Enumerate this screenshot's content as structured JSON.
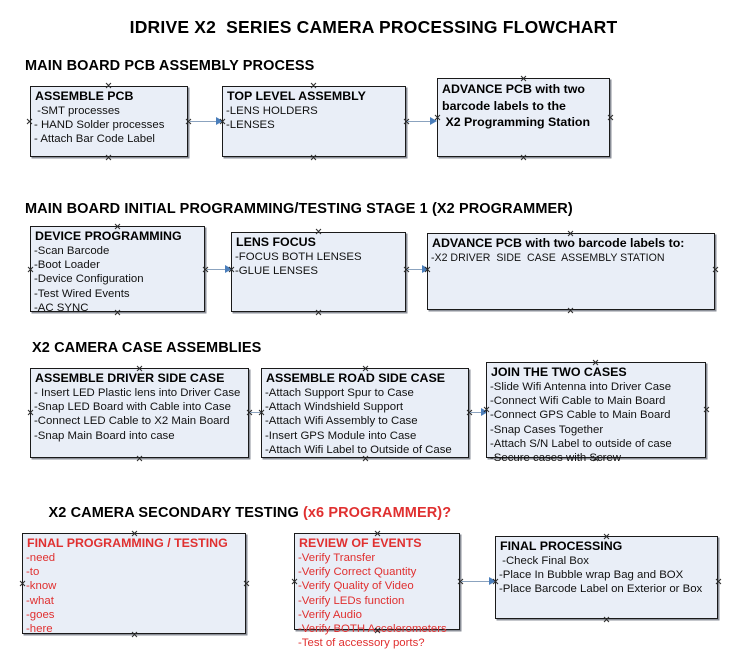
{
  "title": "IDRIVE X2  SERIES CAMERA PROCESSING FLOWCHART",
  "colors": {
    "box_fill": "#e9eef7",
    "box_border": "#1a1a1a",
    "arrow": "#8ba3bf",
    "arrow_head": "#4a7ebb",
    "accent_red": "#e03030",
    "text": "#000000"
  },
  "sections": [
    {
      "heading": "MAIN BOARD PCB ASSEMBLY PROCESS",
      "heading_accent": "",
      "boxes": [
        {
          "title": "ASSEMBLE PCB",
          "lines": [
            " -SMT processes",
            "- HAND Solder processes",
            "- Attach Bar Code Label"
          ]
        },
        {
          "title": "TOP LEVEL ASSEMBLY",
          "lines": [
            "-LENS HOLDERS",
            "-LENSES"
          ]
        },
        {
          "title": "ADVANCE PCB with two\nbarcode labels to the\n X2 Programming Station",
          "lines": []
        }
      ]
    },
    {
      "heading": "MAIN BOARD INITIAL PROGRAMMING/TESTING STAGE 1 (X2 PROGRAMMER)",
      "heading_accent": "",
      "boxes": [
        {
          "title": "DEVICE PROGRAMMING",
          "lines": [
            "-Scan Barcode",
            "-Boot Loader",
            "-Device Configuration",
            "-Test Wired Events",
            "-AC SYNC"
          ]
        },
        {
          "title": "LENS FOCUS",
          "lines": [
            "-FOCUS BOTH LENSES",
            "-GLUE LENSES"
          ]
        },
        {
          "title": "ADVANCE PCB with two barcode labels to:",
          "lines": [
            "-X2 DRIVER  SIDE  CASE  ASSEMBLY STATION"
          ]
        }
      ]
    },
    {
      "heading": "X2 CAMERA CASE ASSEMBLIES",
      "heading_accent": "",
      "boxes": [
        {
          "title": "ASSEMBLE DRIVER SIDE CASE",
          "lines": [
            "- Insert LED Plastic lens into Driver Case",
            "-Snap LED Board with Cable into Case",
            "-Connect LED Cable to X2 Main Board",
            "-Snap Main Board into case"
          ]
        },
        {
          "title": "ASSEMBLE ROAD SIDE CASE",
          "lines": [
            "-Attach Support Spur to Case",
            "-Attach Windshield Support",
            "-Attach Wifi Assembly to Case",
            "-Insert GPS Module into Case",
            "-Attach Wifi Label to Outside of Case"
          ]
        },
        {
          "title": "JOIN THE TWO CASES",
          "lines": [
            "-Slide Wifi Antenna into Driver Case",
            "-Connect Wifi Cable to Main Board",
            "-Connect GPS Cable to Main Board",
            "-Snap Cases Together",
            "-Attach S/N Label to outside of case",
            "-Secure cases with Screw"
          ]
        }
      ]
    },
    {
      "heading": "X2 CAMERA SECONDARY TESTING ",
      "heading_accent": "(x6 PROGRAMMER)?",
      "boxes": [
        {
          "title": "FINAL PROGRAMMING / TESTING",
          "lines": [
            "-need",
            "-to",
            "-know",
            "-what",
            "-goes",
            "-here"
          ]
        },
        {
          "title": "REVIEW OF EVENTS",
          "lines": [
            "-Verify Transfer",
            "-Verify Correct Quantity",
            "-Verify Quality of Video",
            "-Verify LEDs function",
            "-Verify Audio",
            "-Verify BOTH Accelerometers",
            "-Test of accessory ports?"
          ]
        },
        {
          "title": "FINAL PROCESSING",
          "lines": [
            " -Check Final Box",
            "-Place In Bubble wrap Bag and BOX",
            "-Place Barcode Label on Exterior or Box"
          ]
        }
      ]
    }
  ]
}
